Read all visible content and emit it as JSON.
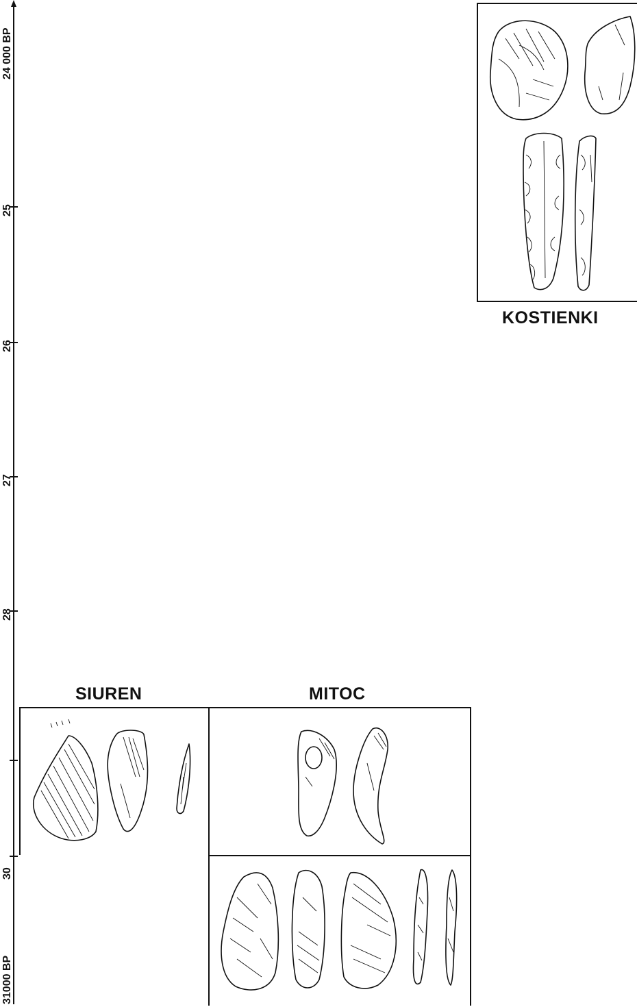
{
  "timeline": {
    "ticks": [
      {
        "label": "24 000 BP",
        "value": 24000
      },
      {
        "label": "25",
        "value": 25000
      },
      {
        "label": "26",
        "value": 26000
      },
      {
        "label": "27",
        "value": 27000
      },
      {
        "label": "28",
        "value": 28000
      },
      {
        "label": "30",
        "value": 30000
      },
      {
        "label": "31000 BP",
        "value": 31000
      }
    ]
  },
  "sites": {
    "kostienki": {
      "label": "KOSTIENKI"
    },
    "siuren": {
      "label": "SIUREN"
    },
    "mitoc": {
      "label": "MITOC"
    }
  },
  "colors": {
    "ink": "#111111",
    "paper": "#ffffff"
  }
}
